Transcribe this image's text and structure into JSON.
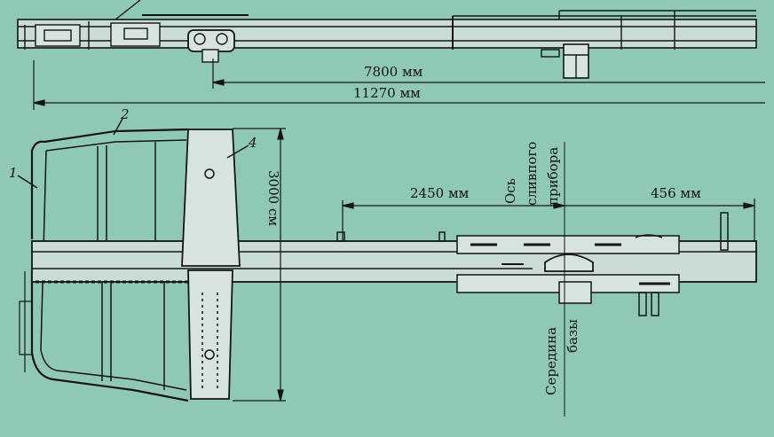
{
  "dimensions": {
    "top_inner": "7800 мм",
    "top_overall": "11270 мм",
    "height": "3000 см",
    "to_axis": "2450 мм",
    "axis_offset": "456 мм"
  },
  "vertical_labels": {
    "axis": [
      "Ось",
      "сливпого",
      "прибора"
    ],
    "middle": [
      "Середина",
      "базы"
    ]
  },
  "callouts": [
    "1",
    "2",
    "4"
  ],
  "colors": {
    "background": "#8fc9b6",
    "line": "#151515",
    "frame_fill": "#c9ddd6",
    "plate_fill": "#d7e4de"
  }
}
